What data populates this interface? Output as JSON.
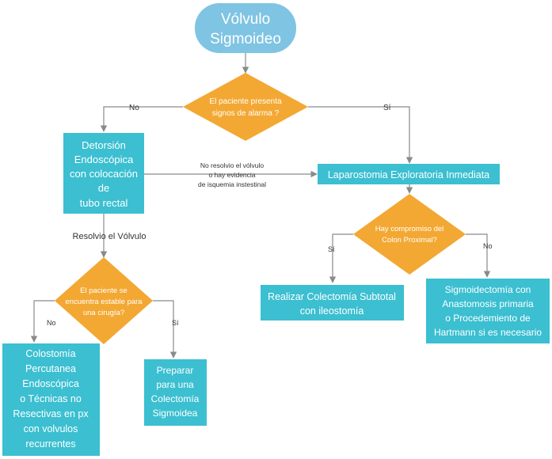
{
  "start": {
    "lines": [
      "Vólvulo",
      "Sigmoideo"
    ]
  },
  "decision_alarm": {
    "lines": [
      "El paciente presenta",
      "signos de alarma ?"
    ]
  },
  "label_no_left": "No",
  "label_si_right": "Sí",
  "detorsion": {
    "lines": [
      "Detorsión",
      "Endoscópica",
      "con colocación",
      "de",
      "tubo rectal"
    ]
  },
  "middle_note": {
    "lines": [
      "No resolvio el vólvulo",
      "o hay evidencia",
      "de isquemia instestinal"
    ]
  },
  "laparostomia": {
    "lines": [
      "Laparostomia Exploratoria Inmediata"
    ]
  },
  "resolvio": "Resolvio el Vólvulo",
  "decision_stable": {
    "lines": [
      "El paciente se",
      "encuentra estable para",
      "una cirugía?"
    ]
  },
  "label_no_stable": "No",
  "label_si_stable": "Sí",
  "colostomia": {
    "lines": [
      "Colostomía",
      "Percutanea",
      "Endoscópica",
      "o Técnicas no",
      "Resectivas en px",
      "con volvulos",
      "recurrentes"
    ]
  },
  "preparar": {
    "lines": [
      "Preparar",
      "para una",
      "Colectomía",
      "Sigmoidea"
    ]
  },
  "decision_colon": {
    "lines": [
      "Hay compromiso del",
      "Colon Proximal?"
    ]
  },
  "label_si_colon": "Sí",
  "label_no_colon": "No",
  "colectomia_subtotal": {
    "lines": [
      "Realizar Colectomía Subtotal",
      "con ileostomía"
    ]
  },
  "sigmoidectomia": {
    "lines": [
      "Sigmoidectomía con",
      "Anastomosis primaria",
      "o Procedemiento de",
      "Hartmann si es necesario"
    ]
  },
  "colors": {
    "start_fill": "#7fc4e3",
    "box_fill": "#3bbfd1",
    "diamond_fill": "#f3a833",
    "line": "#8a8a8a",
    "text_dark": "#333333",
    "text_light": "#ffffff"
  }
}
